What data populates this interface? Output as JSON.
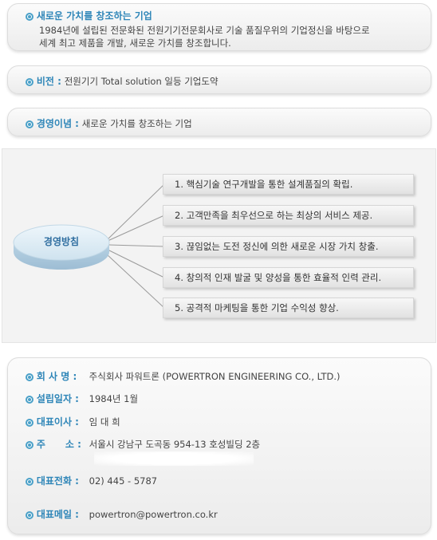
{
  "motto": {
    "title": "새로운 가치를 창조하는 기업",
    "desc_line1": "1984년에 설립된 전문화된 전원기기전문회사로 기술 품질우위의 기업정신을 바탕으로",
    "desc_line2": "세계 최고 제품을 개발, 새로운 가치를 창조합니다."
  },
  "vision": {
    "label": "비전 :",
    "text": "전원기기 Total solution 일등 기업도약"
  },
  "philosophy": {
    "label": "경영이념 :",
    "text": "새로운 가치를 창조하는 기업"
  },
  "management": {
    "center_label": "경영방침",
    "policies": [
      "1. 핵심기술 연구개발을 통한 설계품질의 확립.",
      "2. 고객만족을 최우선으로 하는 최상의 서비스 제공.",
      "3. 끊임없는 도전 정신에 의한 새로운 시장 가치 창출.",
      "4. 창의적 인재 발굴 및 양성을 통한 효율적 인력 관리.",
      "5. 공격적 마케팅을 통한 기업 수익성 향상."
    ]
  },
  "company": {
    "name_label": "회 사 명 :",
    "name": "주식회사 파워트론 (POWERTRON ENGINEERING CO., LTD.)",
    "founded_label": "설립일자 :",
    "founded": "1984년 1월",
    "ceo_label": "대표이사 :",
    "ceo": "임 대 희",
    "address_label": "주      소 :",
    "address": "서울시 강남구 도곡동 954-13 호성빌딩 2층",
    "phone_label": "대표전화 :",
    "phone": "02) 445 - 5787",
    "email_label": "대표메일 :",
    "email": "powertron@powertron.co.kr"
  },
  "colors": {
    "accent": "#2f86b8",
    "bullet": "#4aa0c8",
    "disk": "#d4e6f2"
  }
}
